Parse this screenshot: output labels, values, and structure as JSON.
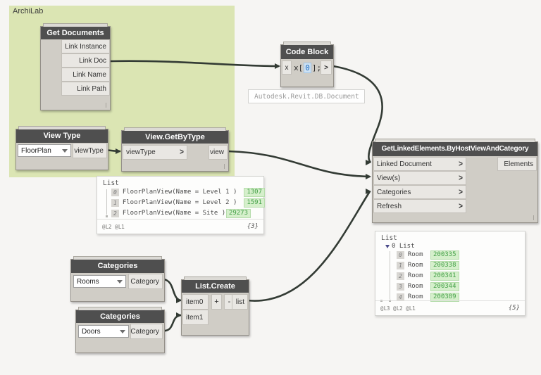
{
  "group": {
    "label": "ArchiLab",
    "color": "#dbe5b3"
  },
  "nodes": {
    "get_documents": {
      "title": "Get Documents",
      "outputs": [
        "Link Instance",
        "Link Doc",
        "Link Name",
        "Link Path"
      ]
    },
    "code_block": {
      "title": "Code Block",
      "input_label": "x",
      "code_pre": "x[",
      "code_index": "0",
      "code_post": "];",
      "output_label": ">"
    },
    "view_type": {
      "title": "View Type",
      "dropdown_value": "FloorPlan",
      "output_label": "viewType"
    },
    "view_getbytype": {
      "title": "View.GetByType",
      "input_label": "viewType",
      "output_label": "view"
    },
    "get_linked_elements": {
      "title": "GetLinkedElements.ByHostViewAndCategory",
      "inputs": [
        "Linked Document",
        "View(s)",
        "Categories",
        "Refresh"
      ],
      "output_label": "Elements"
    },
    "categories_rooms": {
      "title": "Categories",
      "dropdown_value": "Rooms",
      "output_label": "Category"
    },
    "categories_doors": {
      "title": "Categories",
      "dropdown_value": "Doors",
      "output_label": "Category"
    },
    "list_create": {
      "title": "List.Create",
      "inputs": [
        "item0",
        "item1"
      ],
      "add_label": "+",
      "remove_label": "-",
      "output_label": "list"
    }
  },
  "tooltip": {
    "text": "Autodesk.Revit.DB.Document"
  },
  "previews": {
    "views": {
      "root": "List",
      "items": [
        {
          "idx": "0",
          "text": "FloorPlanView(Name = Level 1 )",
          "id": "1307"
        },
        {
          "idx": "1",
          "text": "FloorPlanView(Name = Level 2 )",
          "id": "1591"
        },
        {
          "idx": "2",
          "text": "FloorPlanView(Name = Site )",
          "id": "29273"
        }
      ],
      "lacing": "@L2 @L1",
      "count": "{3}"
    },
    "rooms": {
      "root": "List",
      "sublist": "0 List",
      "items": [
        {
          "idx": "0",
          "text": "Room",
          "id": "200335"
        },
        {
          "idx": "1",
          "text": "Room",
          "id": "200338"
        },
        {
          "idx": "2",
          "text": "Room",
          "id": "200341"
        },
        {
          "idx": "3",
          "text": "Room",
          "id": "200344"
        },
        {
          "idx": "4",
          "text": "Room",
          "id": "200389"
        }
      ],
      "lacing": "@L3 @L2 @L1",
      "count": "{5}"
    }
  },
  "colors": {
    "canvas": "#f6f5f3",
    "group_green": "#dbe5b3",
    "node_header": "#4f4f4f",
    "node_body": "#d0cdc6",
    "port_bg": "#e9e7e3",
    "wire": "#333b34",
    "badge_green_bg": "#d5efcb",
    "badge_green_text": "#43a047",
    "code_blue": "#1769c0"
  }
}
